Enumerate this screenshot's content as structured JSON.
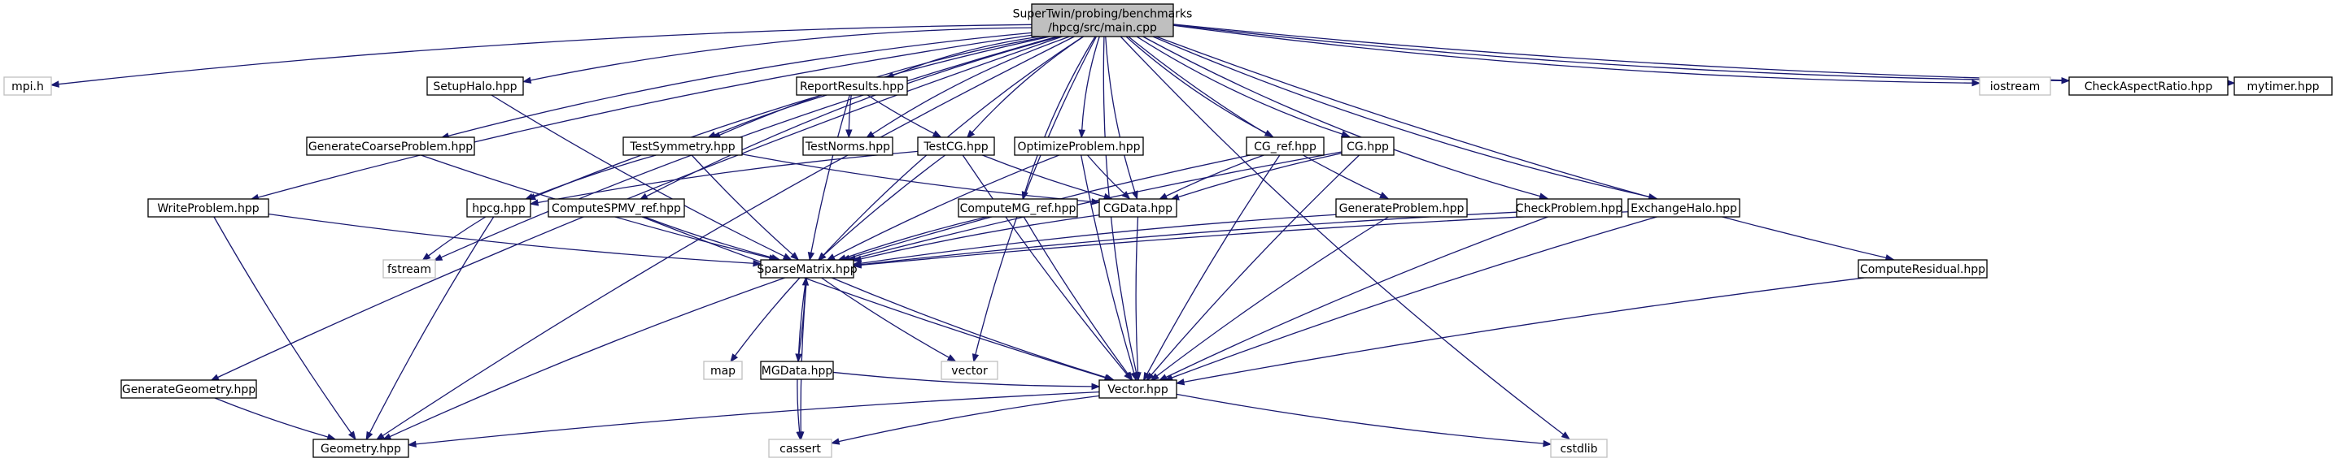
{
  "diagram": {
    "kind": "include-dependency-graph",
    "colors": {
      "edge": "#191970",
      "root_fill": "#bfbfbf",
      "node_border": "#000000",
      "system_border": "#bfbfbf",
      "text": "#000000"
    },
    "nodes": [
      {
        "id": "main",
        "lines": [
          "SuperTwin/probing/benchmarks",
          "/hpcg/src/main.cpp"
        ],
        "kind": "root"
      },
      {
        "id": "mpi",
        "lines": [
          "mpi.h"
        ],
        "kind": "system"
      },
      {
        "id": "iostream",
        "lines": [
          "iostream"
        ],
        "kind": "system"
      },
      {
        "id": "checkaspect",
        "lines": [
          "CheckAspectRatio.hpp"
        ],
        "kind": "local"
      },
      {
        "id": "mytimer",
        "lines": [
          "mytimer.hpp"
        ],
        "kind": "local"
      },
      {
        "id": "setuphalo",
        "lines": [
          "SetupHalo.hpp"
        ],
        "kind": "local"
      },
      {
        "id": "reportresults",
        "lines": [
          "ReportResults.hpp"
        ],
        "kind": "local"
      },
      {
        "id": "gencoarse",
        "lines": [
          "GenerateCoarseProblem.hpp"
        ],
        "kind": "local"
      },
      {
        "id": "testsymmetry",
        "lines": [
          "TestSymmetry.hpp"
        ],
        "kind": "local"
      },
      {
        "id": "testnorms",
        "lines": [
          "TestNorms.hpp"
        ],
        "kind": "local"
      },
      {
        "id": "testcg",
        "lines": [
          "TestCG.hpp"
        ],
        "kind": "local"
      },
      {
        "id": "optimize",
        "lines": [
          "OptimizeProblem.hpp"
        ],
        "kind": "local"
      },
      {
        "id": "cgref",
        "lines": [
          "CG_ref.hpp"
        ],
        "kind": "local"
      },
      {
        "id": "cg",
        "lines": [
          "CG.hpp"
        ],
        "kind": "local"
      },
      {
        "id": "writeproblem",
        "lines": [
          "WriteProblem.hpp"
        ],
        "kind": "local"
      },
      {
        "id": "hpcg",
        "lines": [
          "hpcg.hpp"
        ],
        "kind": "local"
      },
      {
        "id": "spmvref",
        "lines": [
          "ComputeSPMV_ref.hpp"
        ],
        "kind": "local"
      },
      {
        "id": "mgref",
        "lines": [
          "ComputeMG_ref.hpp"
        ],
        "kind": "local"
      },
      {
        "id": "cgdata",
        "lines": [
          "CGData.hpp"
        ],
        "kind": "local"
      },
      {
        "id": "genproblem",
        "lines": [
          "GenerateProblem.hpp"
        ],
        "kind": "local"
      },
      {
        "id": "checkproblem",
        "lines": [
          "CheckProblem.hpp"
        ],
        "kind": "local"
      },
      {
        "id": "exchangehalo",
        "lines": [
          "ExchangeHalo.hpp"
        ],
        "kind": "local"
      },
      {
        "id": "fstream",
        "lines": [
          "fstream"
        ],
        "kind": "system"
      },
      {
        "id": "sparsematrix",
        "lines": [
          "SparseMatrix.hpp"
        ],
        "kind": "local"
      },
      {
        "id": "computeresidual",
        "lines": [
          "ComputeResidual.hpp"
        ],
        "kind": "local"
      },
      {
        "id": "map",
        "lines": [
          "map"
        ],
        "kind": "system"
      },
      {
        "id": "mgdata",
        "lines": [
          "MGData.hpp"
        ],
        "kind": "local"
      },
      {
        "id": "vector",
        "lines": [
          "vector"
        ],
        "kind": "system"
      },
      {
        "id": "gengeometry",
        "lines": [
          "GenerateGeometry.hpp"
        ],
        "kind": "local"
      },
      {
        "id": "vectorhpp",
        "lines": [
          "Vector.hpp"
        ],
        "kind": "local"
      },
      {
        "id": "geometry",
        "lines": [
          "Geometry.hpp"
        ],
        "kind": "local"
      },
      {
        "id": "cassert",
        "lines": [
          "cassert"
        ],
        "kind": "system"
      },
      {
        "id": "cstdlib",
        "lines": [
          "cstdlib"
        ],
        "kind": "system"
      }
    ],
    "edges": [
      [
        "main",
        "mpi"
      ],
      [
        "main",
        "iostream"
      ],
      [
        "main",
        "checkaspect"
      ],
      [
        "main",
        "mytimer"
      ],
      [
        "main",
        "setuphalo"
      ],
      [
        "main",
        "reportresults"
      ],
      [
        "main",
        "gencoarse"
      ],
      [
        "main",
        "testsymmetry"
      ],
      [
        "main",
        "testnorms"
      ],
      [
        "main",
        "testcg"
      ],
      [
        "main",
        "optimize"
      ],
      [
        "main",
        "cgref"
      ],
      [
        "main",
        "cg"
      ],
      [
        "main",
        "writeproblem"
      ],
      [
        "main",
        "hpcg"
      ],
      [
        "main",
        "spmvref"
      ],
      [
        "main",
        "mgref"
      ],
      [
        "main",
        "cgdata"
      ],
      [
        "main",
        "genproblem"
      ],
      [
        "main",
        "checkproblem"
      ],
      [
        "main",
        "exchangehalo"
      ],
      [
        "main",
        "fstream"
      ],
      [
        "main",
        "sparsematrix"
      ],
      [
        "main",
        "computeresidual"
      ],
      [
        "main",
        "vector"
      ],
      [
        "main",
        "gengeometry"
      ],
      [
        "main",
        "vectorhpp"
      ],
      [
        "main",
        "geometry"
      ],
      [
        "main",
        "cstdlib"
      ],
      [
        "setuphalo",
        "sparsematrix"
      ],
      [
        "reportresults",
        "testsymmetry"
      ],
      [
        "reportresults",
        "testnorms"
      ],
      [
        "reportresults",
        "testcg"
      ],
      [
        "reportresults",
        "sparsematrix"
      ],
      [
        "gencoarse",
        "sparsematrix"
      ],
      [
        "testsymmetry",
        "hpcg"
      ],
      [
        "testsymmetry",
        "sparsematrix"
      ],
      [
        "testsymmetry",
        "cgdata"
      ],
      [
        "testcg",
        "hpcg"
      ],
      [
        "testcg",
        "sparsematrix"
      ],
      [
        "testcg",
        "cgdata"
      ],
      [
        "testcg",
        "vectorhpp"
      ],
      [
        "optimize",
        "sparsematrix"
      ],
      [
        "optimize",
        "cgdata"
      ],
      [
        "optimize",
        "vectorhpp"
      ],
      [
        "cgref",
        "sparsematrix"
      ],
      [
        "cgref",
        "cgdata"
      ],
      [
        "cgref",
        "vectorhpp"
      ],
      [
        "cg",
        "sparsematrix"
      ],
      [
        "cg",
        "cgdata"
      ],
      [
        "cg",
        "vectorhpp"
      ],
      [
        "writeproblem",
        "sparsematrix"
      ],
      [
        "writeproblem",
        "geometry"
      ],
      [
        "hpcg",
        "fstream"
      ],
      [
        "hpcg",
        "geometry"
      ],
      [
        "spmvref",
        "sparsematrix"
      ],
      [
        "spmvref",
        "vectorhpp"
      ],
      [
        "mgref",
        "sparsematrix"
      ],
      [
        "mgref",
        "vectorhpp"
      ],
      [
        "cgdata",
        "sparsematrix"
      ],
      [
        "cgdata",
        "vectorhpp"
      ],
      [
        "genproblem",
        "sparsematrix"
      ],
      [
        "genproblem",
        "vectorhpp"
      ],
      [
        "checkproblem",
        "sparsematrix"
      ],
      [
        "checkproblem",
        "vectorhpp"
      ],
      [
        "exchangehalo",
        "sparsematrix"
      ],
      [
        "exchangehalo",
        "vectorhpp"
      ],
      [
        "computeresidual",
        "vectorhpp"
      ],
      [
        "sparsematrix",
        "map"
      ],
      [
        "sparsematrix",
        "mgdata"
      ],
      [
        "sparsematrix",
        "vector"
      ],
      [
        "sparsematrix",
        "vectorhpp"
      ],
      [
        "sparsematrix",
        "geometry"
      ],
      [
        "sparsematrix",
        "cassert"
      ],
      [
        "mgdata",
        "sparsematrix"
      ],
      [
        "mgdata",
        "vectorhpp"
      ],
      [
        "mgdata",
        "cassert"
      ],
      [
        "gengeometry",
        "geometry"
      ],
      [
        "vectorhpp",
        "geometry"
      ],
      [
        "vectorhpp",
        "cassert"
      ],
      [
        "vectorhpp",
        "cstdlib"
      ]
    ]
  }
}
